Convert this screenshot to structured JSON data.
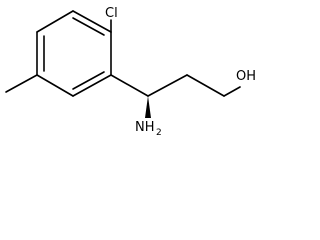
{
  "molecule": {
    "atoms": {
      "chlorine": "Cl",
      "hydroxyl": "OH",
      "amine_symbol": "NH",
      "amine_count": "2"
    }
  }
}
